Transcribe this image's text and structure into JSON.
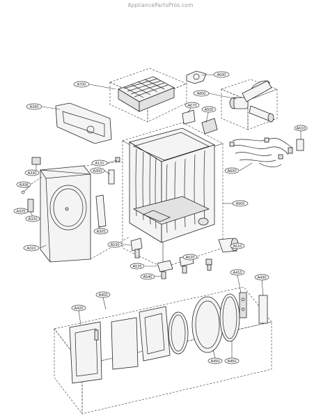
{
  "watermark": "AppliancePartsPros.com",
  "labels": {
    "A700": "A700",
    "A690": "A690",
    "A800": "A800",
    "A390": "A390",
    "A670": "A670",
    "A500": "A500",
    "A610": "A610",
    "A131": "A131",
    "A300": "A300",
    "A330": "A330",
    "A308": "A308",
    "A325": "A325",
    "A320": "A320",
    "A305": "A305",
    "A310": "A310",
    "A600": "A600",
    "A900": "A900",
    "A530": "A530",
    "A510": "A510",
    "A525": "A525",
    "A520": "A520",
    "A540": "A540",
    "A410": "A410",
    "A430": "A430",
    "A400": "A400",
    "A420": "A420",
    "A450": "A450",
    "A460": "A460"
  }
}
